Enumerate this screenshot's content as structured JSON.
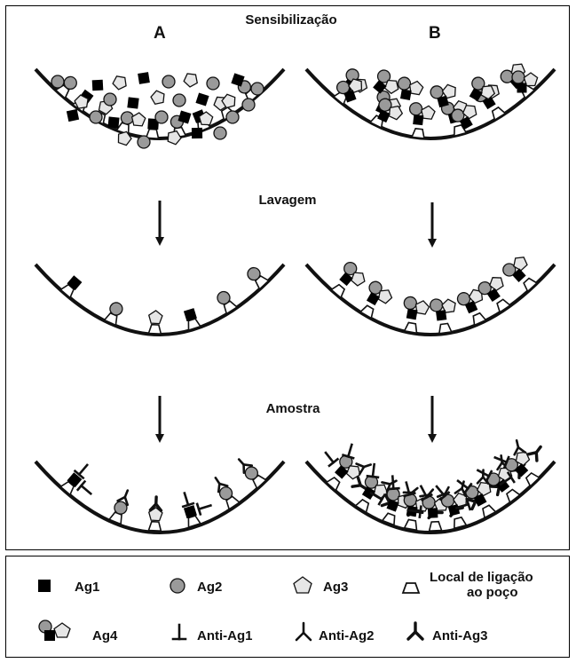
{
  "panels": {
    "left_label": "A",
    "right_label": "B"
  },
  "steps": [
    "Sensibilização",
    "Lavagem",
    "Amostra"
  ],
  "legend": {
    "ag1": "Ag1",
    "ag2": "Ag2",
    "ag3": "Ag3",
    "ag4": "Ag4",
    "site_line1": "Local de ligação",
    "site_line2": "ao poço",
    "anti_ag1": "Anti-Ag1",
    "anti_ag2": "Anti-Ag2",
    "anti_ag3": "Anti-Ag3"
  },
  "colors": {
    "ag1": "#000000",
    "ag2": "#9a9a9a",
    "ag3": "#e6e6e6",
    "outline": "#111111"
  }
}
